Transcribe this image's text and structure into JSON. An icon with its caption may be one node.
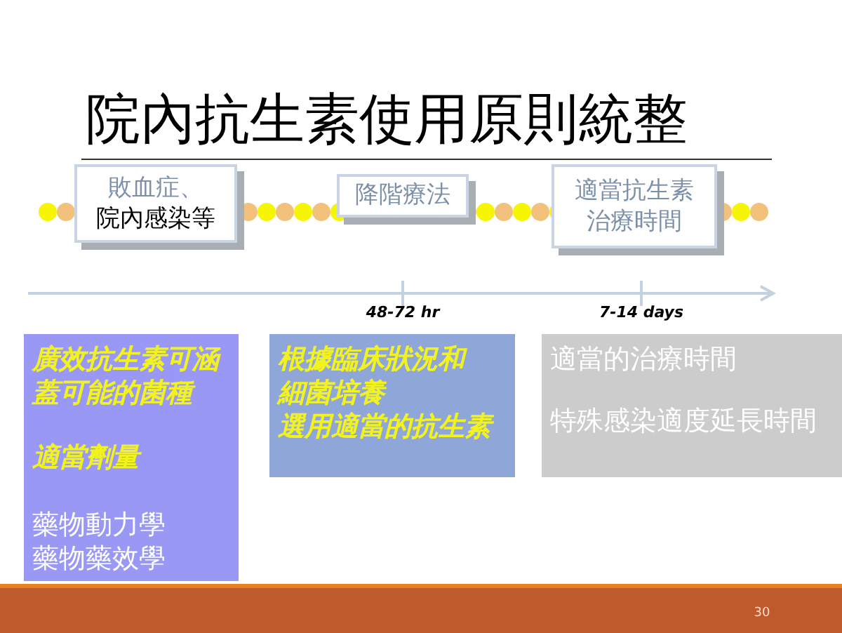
{
  "diagram": {
    "title": "院內抗生素使用原則統整",
    "nodes": [
      {
        "text": [
          "敗血症、",
          "院內感染等"
        ]
      },
      {
        "text": [
          "降階療法"
        ]
      },
      {
        "text": [
          "適當抗生素治療時間"
        ]
      },
      {
        "text": [
          "廣效抗生素可涵蓋可能的菌種",
          "適當劑量",
          "藥物動力學",
          "藥物藥效學"
        ]
      },
      {
        "text": [
          "根據臨床狀況和細菌培養",
          "選用適當的抗生素"
        ]
      },
      {
        "text": [
          "適當的治療時間",
          "特殊感染適度延長時間"
        ]
      }
    ],
    "labels": [
      "48-72 hr",
      "7-14 days",
      "30"
    ]
  }
}
